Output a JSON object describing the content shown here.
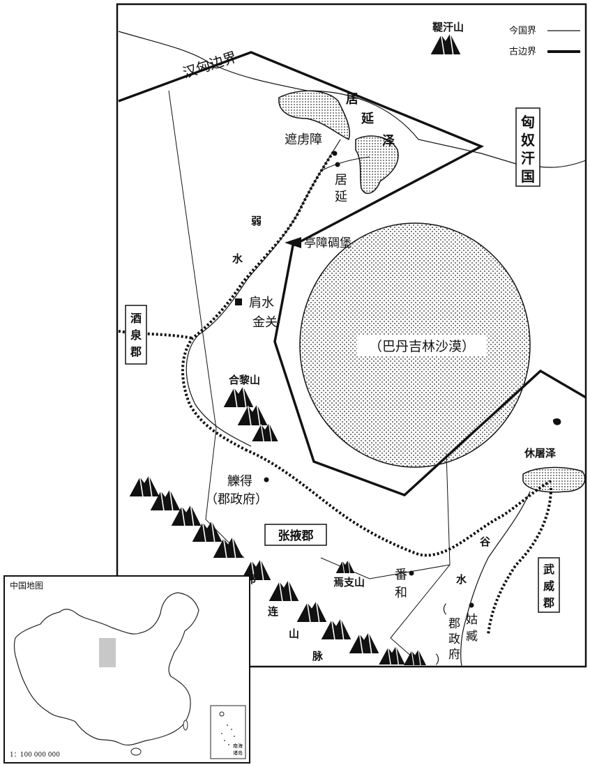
{
  "legend": {
    "modern_border": "今国界",
    "ancient_border": "古边界"
  },
  "labels": {
    "han_xiongnu_border": "汉匈边界",
    "tiyan_mountain": "鞮汗山",
    "xiongnu_state": [
      "匈",
      "奴",
      "汗",
      "国"
    ],
    "juyan_lake": [
      "居",
      "延",
      "泽"
    ],
    "zhelu_fort": "遮虏障",
    "juyan_town": [
      "居",
      "延"
    ],
    "ruoshui_river": [
      "弱",
      "水"
    ],
    "fort_pointer": "亭障碉堡",
    "jianshui_pass": [
      "肩水",
      "金关"
    ],
    "jiuquan_commandery": [
      "酒",
      "泉",
      "郡"
    ],
    "badain_desert": "（巴丹吉林沙漠）",
    "heli_mountain": "合黎山",
    "xiuchu_lake": "休屠泽",
    "lude_seat": [
      "觻得",
      "（郡政府）"
    ],
    "zhangye_commandery": "张掖郡",
    "qilian_mountains": [
      "祁",
      "连",
      "山",
      "脉"
    ],
    "yanzhi_mountain": "焉支山",
    "fanhe_town": [
      "番",
      "和"
    ],
    "gu_river": [
      "谷",
      "水"
    ],
    "guzang_seat": [
      "姑",
      "臧",
      "（",
      "郡",
      "政",
      "府",
      "）"
    ],
    "wuwei_commandery": [
      "武",
      "威",
      "郡"
    ]
  },
  "inset": {
    "title": "中国地图",
    "scale": "1：100 000 000",
    "south_sea": [
      "南海",
      "诸岛"
    ]
  },
  "colors": {
    "ink": "#111111",
    "inset_highlight": "#c8c8c8",
    "background": "#ffffff"
  }
}
